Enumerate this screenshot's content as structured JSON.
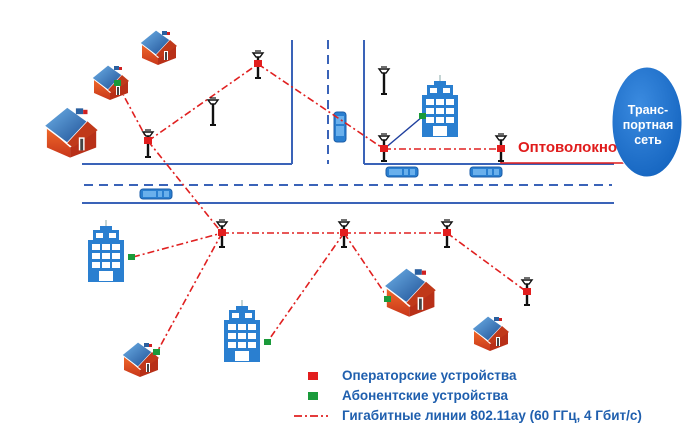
{
  "diagram": {
    "fiber_label": "Оптоволокно",
    "transport_network": {
      "line1": "Транс-",
      "line2": "портная",
      "line3": "сеть"
    },
    "legend": [
      {
        "label": "Операторские устройства",
        "type": "square",
        "color": "#e21e1e"
      },
      {
        "label": "Абонентские устройства",
        "type": "square",
        "color": "#1a9a3a"
      },
      {
        "label": "Гигабитные линии 802.11ay (60 ГГц, 4 Гбит/с)",
        "type": "dash-dot-line",
        "color": "#e02020"
      }
    ],
    "colors": {
      "road": "#3a63b8",
      "link": "#e02020",
      "operator": "#e21e1e",
      "subscriber": "#1a9a3a",
      "building": "#2a7fd0",
      "house_wall": "#d9481c",
      "house_roof": "#2f6fb3",
      "transport": "#1e6fc4"
    }
  }
}
